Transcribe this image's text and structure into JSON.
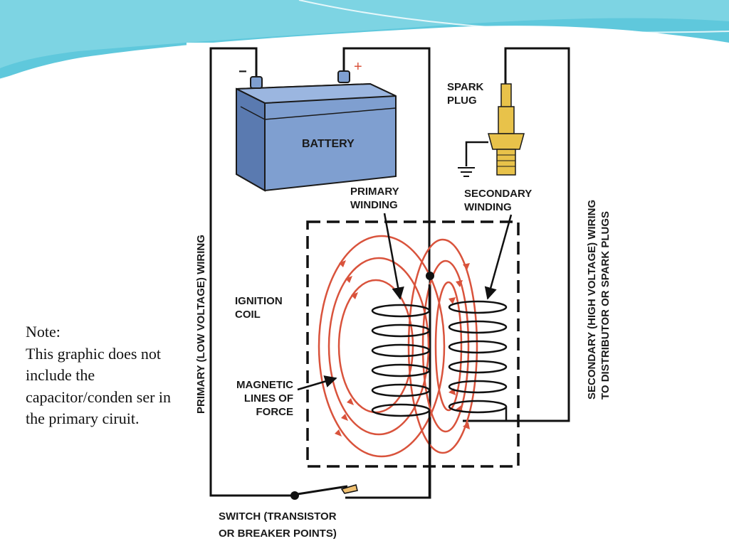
{
  "slide": {
    "note": "Note:\nThis graphic does not include the capacitor/conden ser in the primary ciruit."
  },
  "diagram": {
    "labels": {
      "battery": "BATTERY",
      "negative_terminal": "−",
      "positive_terminal": "+",
      "spark_plug_line1": "SPARK",
      "spark_plug_line2": "PLUG",
      "primary_winding_line1": "PRIMARY",
      "primary_winding_line2": "WINDING",
      "secondary_winding_line1": "SECONDARY",
      "secondary_winding_line2": "WINDING",
      "ignition_coil_line1": "IGNITION",
      "ignition_coil_line2": "COIL",
      "magnetic_line1": "MAGNETIC",
      "magnetic_line2": "LINES OF",
      "magnetic_line3": "FORCE",
      "primary_wiring": "PRIMARY (LOW VOLTAGE) WIRING",
      "secondary_wiring_line1": "SECONDARY (HIGH VOLTAGE) WIRING",
      "secondary_wiring_line2": "TO DISTRIBUTOR OR SPARK PLUGS",
      "switch_line1": "SWITCH (TRANSISTOR",
      "switch_line2": "OR BREAKER POINTS)"
    },
    "colors": {
      "battery": "#7f9fd0",
      "battery_dark": "#5a7ab0",
      "field_lines": "#d9533c",
      "spark_plug": "#e8c24a",
      "banner": "#5fc8dc"
    }
  }
}
